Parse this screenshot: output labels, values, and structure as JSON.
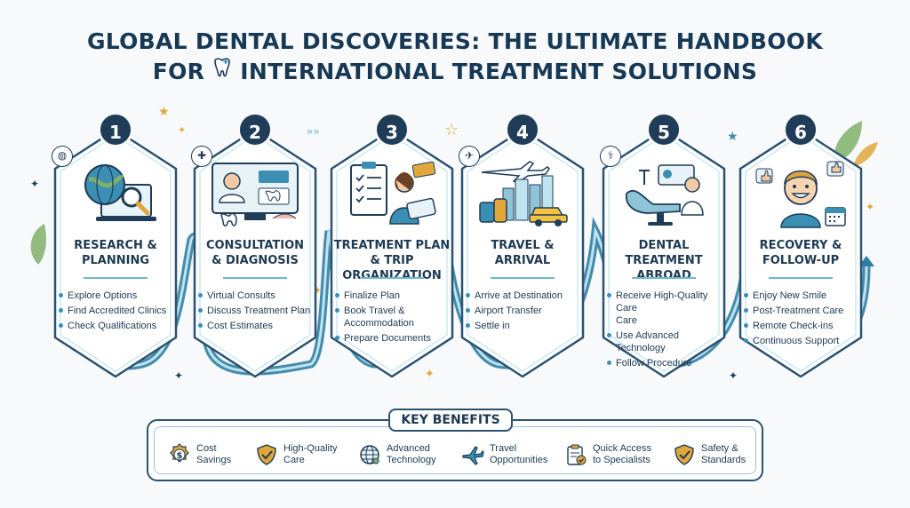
{
  "title": {
    "line1": "GLOBAL DENTAL DISCOVERIES: THE ULTIMATE HANDBOOK",
    "line2_before": "FOR",
    "line2_after": "INTERNATIONAL TREATMENT SOLUTIONS"
  },
  "steps": [
    {
      "number": "1",
      "title": "RESEARCH &\nPLANNING",
      "items": [
        "Explore Options",
        "Find Accredited Clinics",
        "Check Qualifications"
      ]
    },
    {
      "number": "2",
      "title": "CONSULTATION\n& DIAGNOSIS",
      "items": [
        "Virtual Consults",
        "Discuss Treatment Plan",
        "Cost Estimates"
      ]
    },
    {
      "number": "3",
      "title": "TREATMENT PLAN\n& TRIP ORGANIZATION",
      "items": [
        "Finalize Plan",
        "Book Travel &\nAccommodation",
        "Prepare Documents"
      ]
    },
    {
      "number": "4",
      "title": "TRAVEL &\nARRIVAL",
      "items": [
        "Arrive at Destination",
        "Airport Transfer",
        "Settle in"
      ]
    },
    {
      "number": "5",
      "title": "DENTAL TREATMENT\nABROAD",
      "items": [
        "Receive High-Quality Care\nCare",
        "Use Advanced Technology",
        "Follow Procedure"
      ]
    },
    {
      "number": "6",
      "title": "RECOVERY &\nFOLLOW-UP",
      "items": [
        "Enjoy New Smile",
        "Post-Treatment Care",
        "Remote Check-ins",
        "Continuous Support"
      ]
    }
  ],
  "benefits": {
    "title": "KEY BENEFITS",
    "items": [
      {
        "label": "Cost\nSavings",
        "icon": "dollar-coin-icon"
      },
      {
        "label": "High-Quality\nCare",
        "icon": "shield-check-icon"
      },
      {
        "label": "Advanced\nTechnology",
        "icon": "globe-network-icon"
      },
      {
        "label": "Travel\nOpportunities",
        "icon": "airplane-icon"
      },
      {
        "label": "Quick Access\nto Specialists",
        "icon": "clipboard-check-icon"
      },
      {
        "label": "Safety &\nStandards",
        "icon": "shield-check-icon"
      }
    ]
  },
  "colors": {
    "navy": "#1f3c59",
    "accent": "#3a8fb3",
    "light_accent": "#6fb6cf",
    "gold": "#e2a73b",
    "leaf": "#7fb069"
  }
}
